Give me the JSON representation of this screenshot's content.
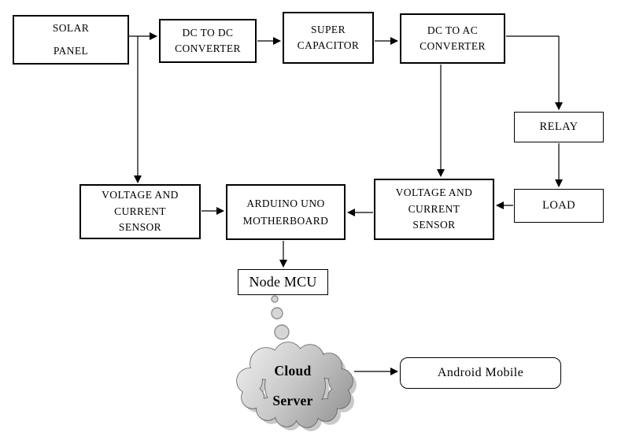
{
  "nodes": {
    "solar_panel": {
      "label": "SOLAR\nPANEL"
    },
    "dc_to_dc": {
      "label": "DC TO DC\nCONVERTER"
    },
    "super_capacitor": {
      "label": "SUPER\nCAPACITOR"
    },
    "dc_to_ac": {
      "label": "DC TO AC\nCONVERTER"
    },
    "relay": {
      "label": "RELAY"
    },
    "load": {
      "label": "LOAD"
    },
    "sensor_input": {
      "label": "VOLTAGE AND\nCURRENT\nSENSOR"
    },
    "arduino": {
      "label": "ARDUINO UNO\nMOTHERBOARD"
    },
    "sensor_output": {
      "label": "VOLTAGE AND\nCURRENT\nSENSOR"
    },
    "node_mcu": {
      "label": "Node MCU"
    },
    "cloud_server": {
      "label": "Cloud\nServer"
    },
    "android_mobile": {
      "label": "Android Mobile"
    }
  },
  "edges": [
    {
      "from": "solar-panel",
      "to": "dc-to-dc-converter"
    },
    {
      "from": "solar-panel",
      "to": "voltage-current-sensor-input"
    },
    {
      "from": "dc-to-dc-converter",
      "to": "super-capacitor"
    },
    {
      "from": "super-capacitor",
      "to": "dc-to-ac-converter"
    },
    {
      "from": "dc-to-ac-converter",
      "to": "relay"
    },
    {
      "from": "dc-to-ac-converter",
      "to": "voltage-current-sensor-output"
    },
    {
      "from": "relay",
      "to": "load"
    },
    {
      "from": "load",
      "to": "voltage-current-sensor-output"
    },
    {
      "from": "voltage-current-sensor-output",
      "to": "arduino-uno-motherboard"
    },
    {
      "from": "voltage-current-sensor-input",
      "to": "arduino-uno-motherboard"
    },
    {
      "from": "arduino-uno-motherboard",
      "to": "node-mcu"
    },
    {
      "from": "node-mcu",
      "to": "cloud-server",
      "style": "bubble-trail"
    },
    {
      "from": "cloud-server",
      "to": "android-mobile"
    }
  ],
  "colors": {
    "box_border": "#000000",
    "box_fill": "#ffffff",
    "line": "#000000",
    "cloud_light": "#e2e2e2",
    "cloud_dark": "#8f8f8f",
    "cloud_outline": "#606060",
    "cloud_shadow": "#c9c9c9",
    "bubble_fill": "#d6d6d6",
    "bubble_stroke": "#8f8f8f"
  }
}
